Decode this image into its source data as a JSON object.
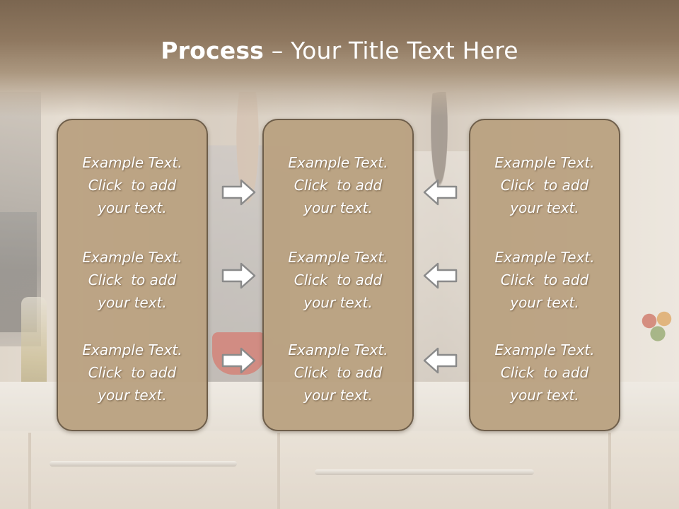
{
  "title": {
    "bold": "Process",
    "rest": " – Your Title Text Here"
  },
  "panels": [
    {
      "items": [
        {
          "line1": "Example Text.",
          "line2": "Click  to add",
          "line3": "your text."
        },
        {
          "line1": "Example Text.",
          "line2": "Click  to add",
          "line3": "your text."
        },
        {
          "line1": "Example Text.",
          "line2": "Click  to add",
          "line3": "your text."
        }
      ]
    },
    {
      "items": [
        {
          "line1": "Example Text.",
          "line2": "Click  to add",
          "line3": "your text."
        },
        {
          "line1": "Example Text.",
          "line2": "Click  to add",
          "line3": "your text."
        },
        {
          "line1": "Example Text.",
          "line2": "Click  to add",
          "line3": "your text."
        }
      ]
    },
    {
      "items": [
        {
          "line1": "Example Text.",
          "line2": "Click  to add",
          "line3": "your text."
        },
        {
          "line1": "Example Text.",
          "line2": "Click  to add",
          "line3": "your text."
        },
        {
          "line1": "Example Text.",
          "line2": "Click  to add",
          "line3": "your text."
        }
      ]
    }
  ],
  "arrows": {
    "left_group": "arrow-right-icon",
    "right_group": "arrow-left-icon",
    "fill": "#ffffff",
    "stroke": "#8a8a8a"
  },
  "colors": {
    "panel_fill": "#b9a07f",
    "panel_border": "#6e5e4a",
    "title_band": "#8f7860",
    "text": "#ffffff"
  }
}
